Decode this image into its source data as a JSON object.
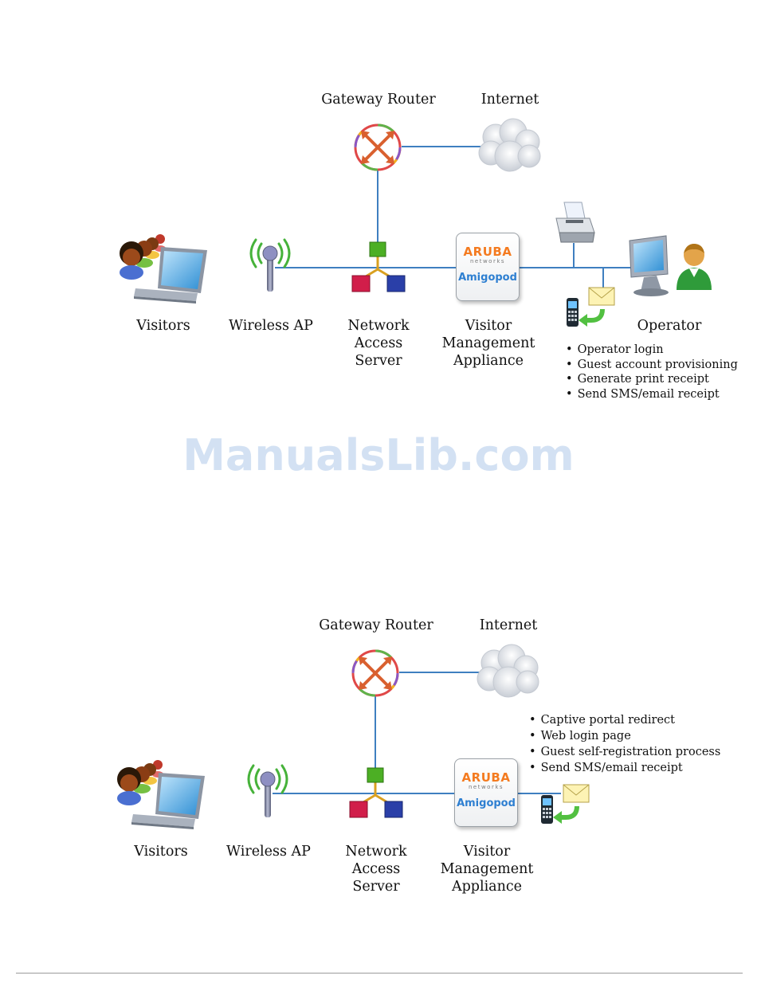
{
  "diagram1": {
    "labels": {
      "gateway_router": "Gateway Router",
      "internet": "Internet",
      "visitors": "Visitors",
      "wireless_ap": "Wireless AP",
      "nas": "Network\nAccess\nServer",
      "vma": "Visitor\nManagement\nAppliance",
      "operator": "Operator"
    },
    "appliance": {
      "brand": "ARUBA",
      "brand_sub": "networks",
      "product": "Amigopod"
    },
    "bullets": [
      "Operator login",
      "Guest account provisioning",
      "Generate print receipt",
      "Send SMS/email receipt"
    ]
  },
  "diagram2": {
    "labels": {
      "gateway_router": "Gateway Router",
      "internet": "Internet",
      "visitors": "Visitors",
      "wireless_ap": "Wireless AP",
      "nas": "Network\nAccess\nServer",
      "vma": "Visitor\nManagement\nAppliance"
    },
    "appliance": {
      "brand": "ARUBA",
      "brand_sub": "networks",
      "product": "Amigopod"
    },
    "bullets": [
      "Captive portal redirect",
      "Web login page",
      "Guest self-registration process",
      "Send SMS/email receipt"
    ]
  },
  "watermark": "ManualsLib.com",
  "colors": {
    "link_line": "#3f7fc0",
    "brand_orange": "#f47b20",
    "brand_blue": "#2e7fd1"
  },
  "icons": [
    "router-icon",
    "cloud-icon",
    "visitors-icon",
    "laptop-icon",
    "wireless-ap-icon",
    "switch-icon",
    "printer-icon",
    "monitor-icon",
    "operator-icon",
    "phone-icon",
    "envelope-icon"
  ]
}
